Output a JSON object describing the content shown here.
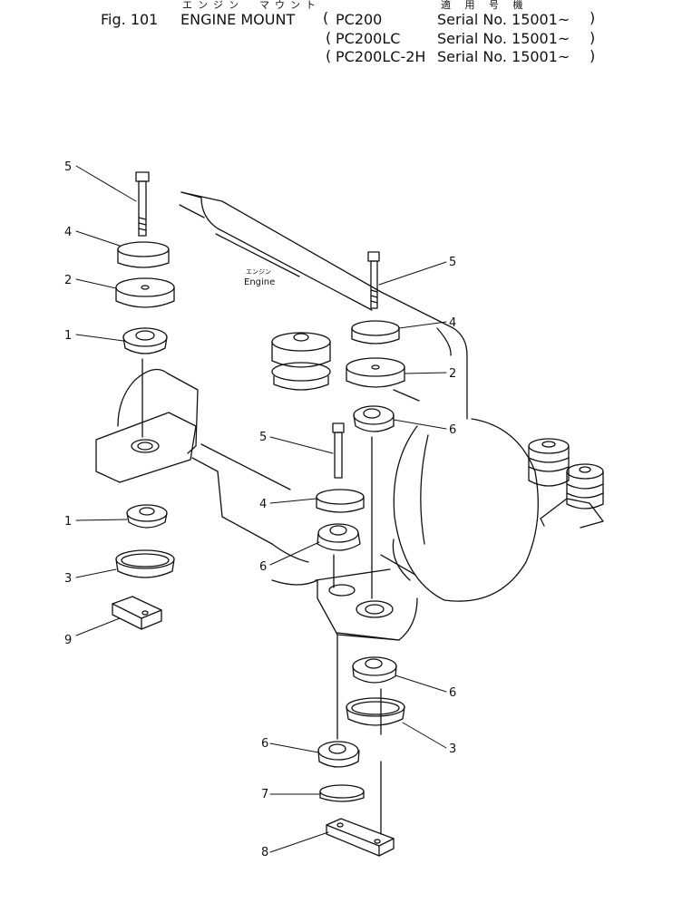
{
  "header": {
    "fig_no": "Fig. 101",
    "title_jp": "エンジン　マウント",
    "title": "ENGINE MOUNT",
    "applicable_jp": "適 用 号 機",
    "models": [
      {
        "model": "PC200",
        "serial": "Serial No. 15001~"
      },
      {
        "model": "PC200LC",
        "serial": "Serial No. 15001~"
      },
      {
        "model": "PC200LC-2H",
        "serial": "Serial No. 15001~"
      }
    ],
    "paren_open": "(",
    "paren_close": ")"
  },
  "engine_label": {
    "jp": "エンジン",
    "en": "Engine"
  },
  "callouts": [
    "5",
    "4",
    "2",
    "1",
    "1",
    "3",
    "9",
    "5",
    "4",
    "2",
    "6",
    "5",
    "4",
    "6",
    "6",
    "3",
    "6",
    "7",
    "8"
  ]
}
